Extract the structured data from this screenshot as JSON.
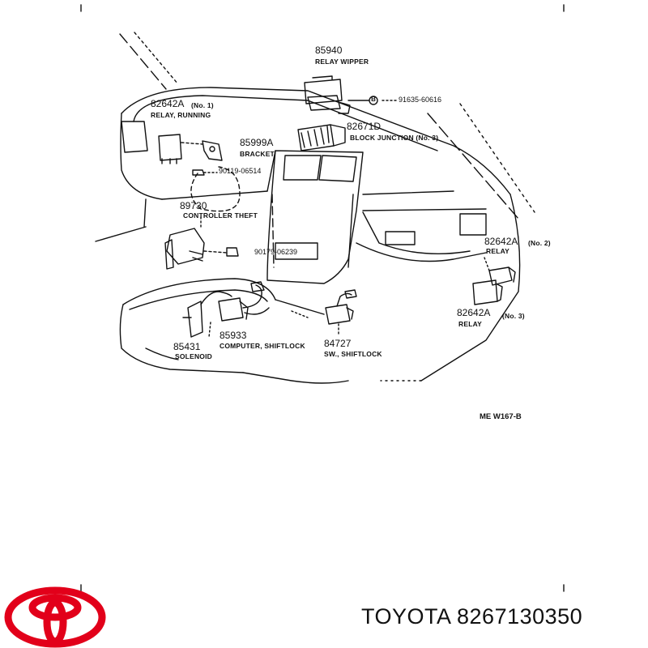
{
  "labels": {
    "relay_wipper_pn": "85940",
    "relay_wipper_name": "RELAY WIPPER",
    "bolt_b_pn": "91635-60616",
    "bolt_b_marker": "B",
    "block_junction_pn": "82671D",
    "block_junction_name": "BLOCK JUNCTION (No. 3)",
    "relay_running_pn": "82642A",
    "relay_running_note": "(No. 1)",
    "relay_running_name": "RELAY, RUNNING",
    "bracket_pn": "85999A",
    "bracket_name": "BRACKET",
    "screw_pn": "90119-06514",
    "controller_theft_pn": "89730",
    "controller_theft_name": "CONTROLLER THEFT",
    "nut_pn": "90179-06239",
    "relay2_pn": "82642A",
    "relay2_note": "(No. 2)",
    "relay2_name": "RELAY",
    "relay3_pn": "82642A",
    "relay3_note": "(No. 3)",
    "relay3_name": "RELAY",
    "solenoid_pn": "85431",
    "solenoid_name": "SOLENOID",
    "computer_pn": "85933",
    "computer_name": "COMPUTER, SHIFTLOCK",
    "switch_pn": "84727",
    "switch_name": "SW., SHIFTLOCK",
    "diagram_code": "ME W167-B"
  },
  "footer": {
    "brand_text": "TOYOTA 8267130350",
    "logo_icon": "toyota-logo-icon",
    "logo_color": "#e2001a"
  }
}
